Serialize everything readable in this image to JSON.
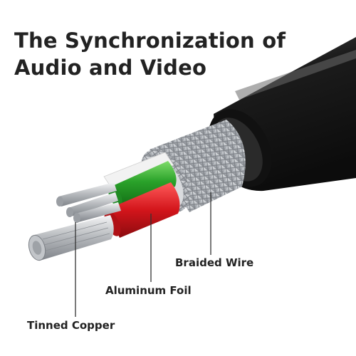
{
  "title": {
    "line1": "The Synchronization of",
    "line2": "Audio and Video"
  },
  "callouts": {
    "braided_wire": "Braided Wire",
    "aluminum_foil": "Aluminum Foil",
    "tinned_copper": "Tinned Copper"
  },
  "colors": {
    "jacket": "#1b1b1b",
    "braid": "#c9ccd0",
    "green_insulation": "#2faa2f",
    "red_insulation": "#d8191f",
    "white_insulation": "#f2f2f2",
    "copper_strands": "#c7c9cc",
    "text": "#222222"
  }
}
